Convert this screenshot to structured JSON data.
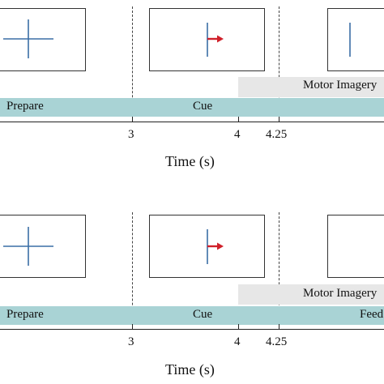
{
  "panels": [
    {
      "phases": {
        "prepare": "Prepare",
        "cue": "Cue",
        "motor": "Motor Imagery",
        "feedback": ""
      },
      "ticks": [
        "3",
        "4",
        "4.25"
      ],
      "axis_label": "Time (s)"
    },
    {
      "phases": {
        "prepare": "Prepare",
        "cue": "Cue",
        "motor": "Motor Imagery",
        "feedback": "Feed"
      },
      "ticks": [
        "3",
        "4",
        "4.25"
      ],
      "axis_label": "Time (s)"
    }
  ],
  "colors": {
    "bar": "#a9d3d5",
    "motor": "#e7e7e7",
    "cross": "#3a6ea5",
    "arrow": "#d0202a"
  },
  "icons": [
    "fixation-cross-icon",
    "right-arrow-cue-icon"
  ]
}
